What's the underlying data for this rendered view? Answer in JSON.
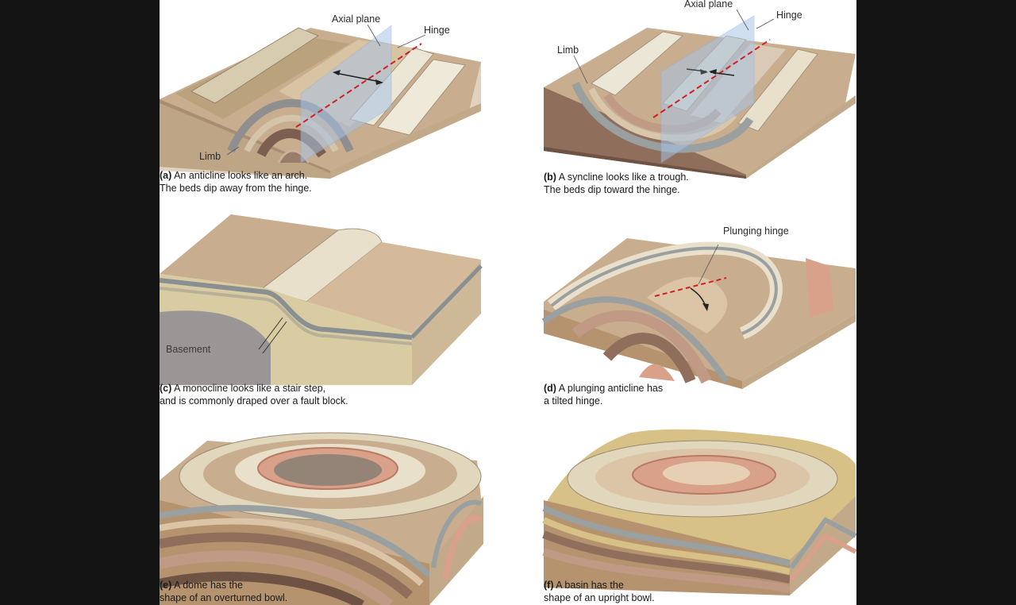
{
  "panels": {
    "a": {
      "letter": "(a)",
      "caption_line1": "An anticline looks like an arch.",
      "caption_line2": "The beds dip away from the hinge.",
      "labels": {
        "axial_plane": "Axial plane",
        "hinge": "Hinge",
        "limb": "Limb"
      }
    },
    "b": {
      "letter": "(b)",
      "caption_line1": "A syncline looks like a trough.",
      "caption_line2": "The beds dip toward the hinge.",
      "labels": {
        "axial_plane": "Axial plane",
        "hinge": "Hinge",
        "limb": "Limb"
      }
    },
    "c": {
      "letter": "(c)",
      "caption_line1": "A monocline looks like a stair step,",
      "caption_line2": "and is commonly draped over a fault block.",
      "labels": {
        "basement": "Basement"
      }
    },
    "d": {
      "letter": "(d)",
      "caption_line1": "A plunging anticline has",
      "caption_line2": "a tilted hinge.",
      "labels": {
        "plunging_hinge": "Plunging hinge"
      }
    },
    "e": {
      "letter": "(e)",
      "caption_line1": "A dome has the",
      "caption_line2": "shape of an overturned bowl."
    },
    "f": {
      "letter": "(f)",
      "caption_line1": "A basin has the",
      "caption_line2": "shape of an upright bowl."
    }
  },
  "colors": {
    "tan": "#c9ad8f",
    "light_tan": "#ddc6a8",
    "rock_brown": "#8f6e5c",
    "dark_brown": "#6e5243",
    "gray_band": "#9a9fa0",
    "cream_ridge": "#e8e0cb",
    "olive": "#b8a57a",
    "pink": "#d9a08a",
    "hinge_red": "#d21f26",
    "plane_blue": "#a8c4e6",
    "basement": "#9b9696"
  }
}
